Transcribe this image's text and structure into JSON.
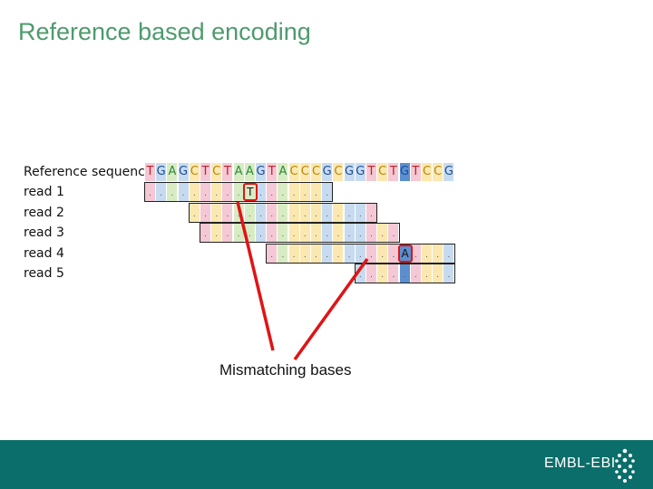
{
  "slide": {
    "title": "Reference based encoding"
  },
  "reference": {
    "label": "Reference sequence",
    "bases": [
      "T",
      "G",
      "A",
      "G",
      "C",
      "T",
      "C",
      "T",
      "A",
      "A",
      "G",
      "T",
      "A",
      "C",
      "C",
      "C",
      "G",
      "C",
      "G",
      "G",
      "T",
      "C",
      "T",
      "G",
      "T",
      "C",
      "C",
      "G"
    ]
  },
  "reads": [
    {
      "label": "read 1",
      "start": 0,
      "length": 17,
      "mismatch": {
        "index": 9,
        "base": "T"
      }
    },
    {
      "label": "read 2",
      "start": 4,
      "length": 17
    },
    {
      "label": "read 3",
      "start": 5,
      "length": 18
    },
    {
      "label": "read 4",
      "start": 11,
      "length": 17,
      "mismatch": {
        "index": 23,
        "base": "A"
      }
    },
    {
      "label": "read 5",
      "start": 19,
      "length": 9
    }
  ],
  "palette": {
    "A": {
      "bg": "#d8ecc4",
      "fg": "#2e8b3a"
    },
    "C": {
      "bg": "#fbe8b0",
      "fg": "#b8860b"
    },
    "G": {
      "bg": "#c6dbef",
      "fg": "#1f4e9a"
    },
    "T": {
      "bg": "#f4c8d4",
      "fg": "#c0202a"
    },
    "G_dark": "#5b8fd0",
    "mismatch": "#e01414",
    "brand": "#0b6e6a"
  },
  "callout": {
    "label": "Mismatching bases"
  },
  "footer": {
    "logo_text": "EMBL-EBI",
    "icon": "embl-ebi-logo-icon"
  }
}
